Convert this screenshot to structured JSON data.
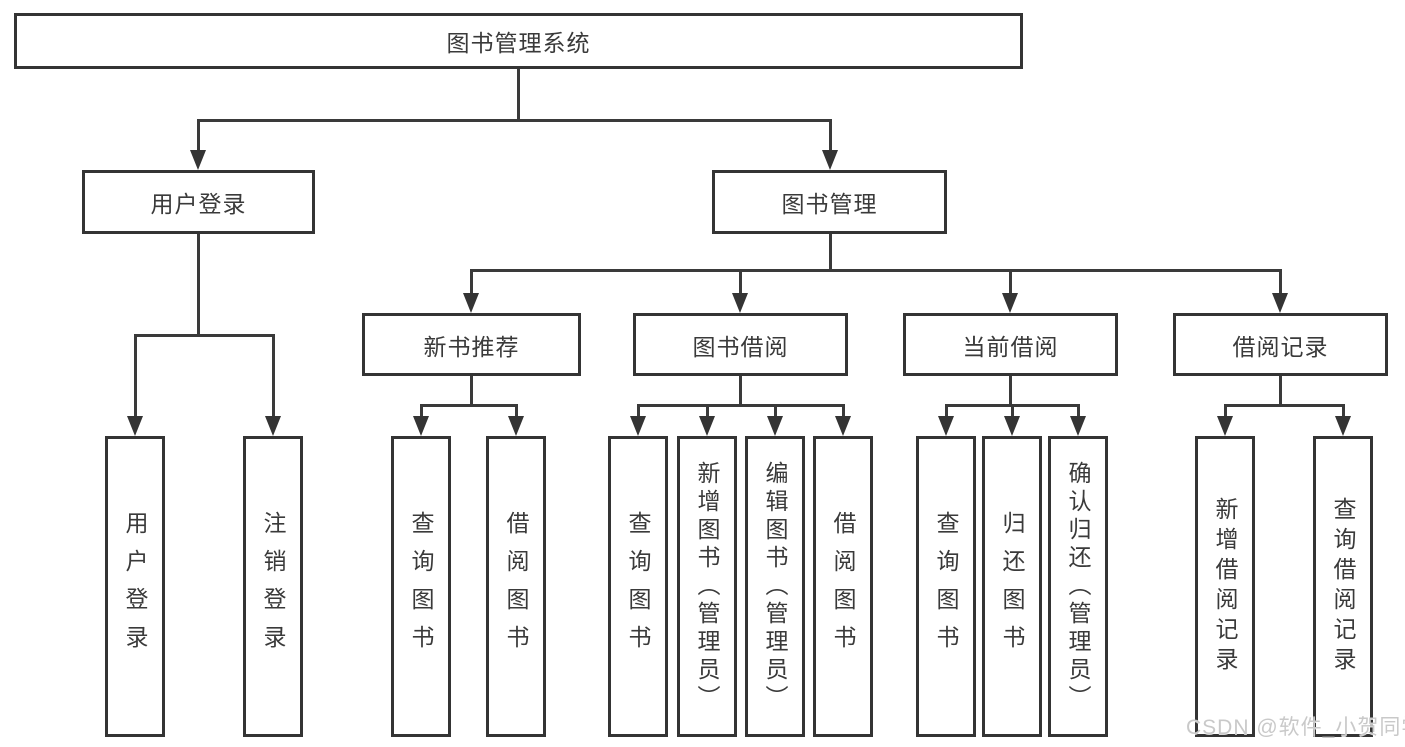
{
  "diagram": {
    "title": "图书管理系统",
    "nodes": [
      {
        "id": "system-root",
        "label": "图书管理系统",
        "parent": null
      },
      {
        "id": "user-login",
        "label": "用户登录",
        "parent": "system-root"
      },
      {
        "id": "book-management",
        "label": "图书管理",
        "parent": "system-root"
      },
      {
        "id": "login",
        "label": "用户登录",
        "parent": "user-login"
      },
      {
        "id": "logout",
        "label": "注销登录",
        "parent": "user-login"
      },
      {
        "id": "new-book-recommend",
        "label": "新书推荐",
        "parent": "book-management"
      },
      {
        "id": "book-borrow",
        "label": "图书借阅",
        "parent": "book-management"
      },
      {
        "id": "current-borrow",
        "label": "当前借阅",
        "parent": "book-management"
      },
      {
        "id": "borrow-record",
        "label": "借阅记录",
        "parent": "book-management"
      },
      {
        "id": "nbr-query-book",
        "label": "查询图书",
        "parent": "new-book-recommend"
      },
      {
        "id": "nbr-borrow-book",
        "label": "借阅图书",
        "parent": "new-book-recommend"
      },
      {
        "id": "bb-query-book",
        "label": "查询图书",
        "parent": "book-borrow"
      },
      {
        "id": "bb-add-book-admin",
        "label": "新增图书（管理员）",
        "parent": "book-borrow"
      },
      {
        "id": "bb-edit-book-admin",
        "label": "编辑图书（管理员）",
        "parent": "book-borrow"
      },
      {
        "id": "bb-borrow-book",
        "label": "借阅图书",
        "parent": "book-borrow"
      },
      {
        "id": "cb-query-book",
        "label": "查询图书",
        "parent": "current-borrow"
      },
      {
        "id": "cb-return-book",
        "label": "归还图书",
        "parent": "current-borrow"
      },
      {
        "id": "cb-confirm-return-admin",
        "label": "确认归还（管理员）",
        "parent": "current-borrow"
      },
      {
        "id": "br-add-record",
        "label": "新增借阅记录",
        "parent": "borrow-record"
      },
      {
        "id": "br-query-record",
        "label": "查询借阅记录",
        "parent": "borrow-record"
      }
    ]
  },
  "watermark": {
    "text": "CSDN @软件_小贺同学"
  },
  "colors": {
    "line": "#3a3a3a",
    "box_border": "#343434",
    "text": "#3a3a3a",
    "background": "#ffffff",
    "watermark": "#c9c9c9"
  }
}
